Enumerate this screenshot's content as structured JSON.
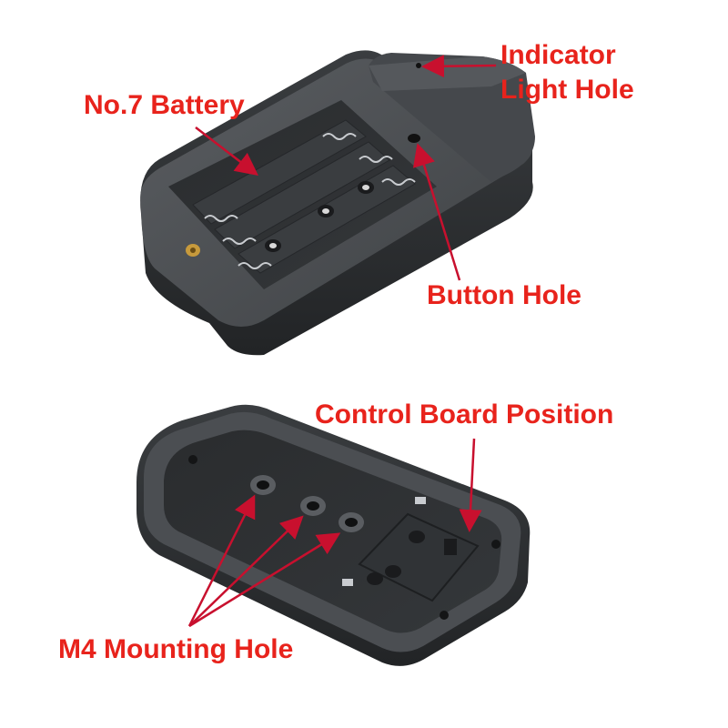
{
  "labels": {
    "indicator_line1": "Indicator",
    "indicator_line2": "Light Hole",
    "battery": "No.7 Battery",
    "button": "Button Hole",
    "control_board": "Control Board Position",
    "mounting": "M4 Mounting Hole"
  },
  "colors": {
    "label_red": "#e8231c",
    "arrow_red": "#c8102e",
    "housing_dark": "#3a3d40",
    "housing_mid": "#4b4e52",
    "housing_edge": "#5a5d61",
    "cavity": "#2a2c2e",
    "brass": "#c79a3c",
    "spring_metal": "#c9ccd0"
  }
}
